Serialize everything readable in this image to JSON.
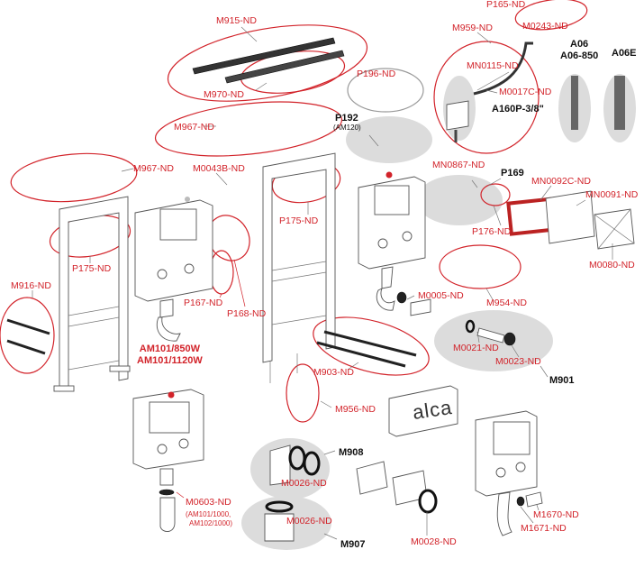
{
  "diagram": {
    "title": "Exploded parts diagram of concealed cistern installation frame",
    "brand_logo": "alca",
    "models": {
      "line1": "AM101/850W",
      "line2": "AM101/1120W"
    },
    "colors": {
      "part_label": "#d2232a",
      "assembly_label": "#111111",
      "outline": "#d2232a",
      "group_fill": "#dcdcdc"
    },
    "labels": {
      "m915": "M915-ND",
      "m970": "M970-ND",
      "p165": "P165-ND",
      "m0243": "M0243-ND",
      "m959": "M959-ND",
      "mn0115": "MN0115-ND",
      "m0017c": "M0017C-ND",
      "a160p": "A160P-3/8\"",
      "a06": "A06",
      "a06_850": "A06-850",
      "a06e": "A06E",
      "p196": "P196-ND",
      "p192": "P192",
      "p192_sub": "(AM120)",
      "m967_top": "M967-ND",
      "m967_left": "M967-ND",
      "m0043b": "M0043B-ND",
      "p175_left": "P175-ND",
      "p175_mid": "P175-ND",
      "mn0867": "MN0867-ND",
      "p169": "P169",
      "p176": "P176-ND",
      "mn0092c": "MN0092C-ND",
      "mn0091": "MN0091-ND",
      "m0080": "M0080-ND",
      "m916": "M916-ND",
      "p167": "P167-ND",
      "p168": "P168-ND",
      "m0005": "M0005-ND",
      "m954": "M954-ND",
      "m0021": "M0021-ND",
      "m0023": "M0023-ND",
      "m901": "M901",
      "m903": "M903-ND",
      "m956": "M956-ND",
      "m908": "M908",
      "m0026_a": "M0026-ND",
      "m0026_b": "M0026-ND",
      "m907": "M907",
      "m0028": "M0028-ND",
      "m0603": "M0603-ND",
      "m0603_sub1": "(AM101/1000,",
      "m0603_sub2": "AM102/1000)",
      "m1670": "M1670-ND",
      "m1671": "M1671-ND"
    }
  }
}
